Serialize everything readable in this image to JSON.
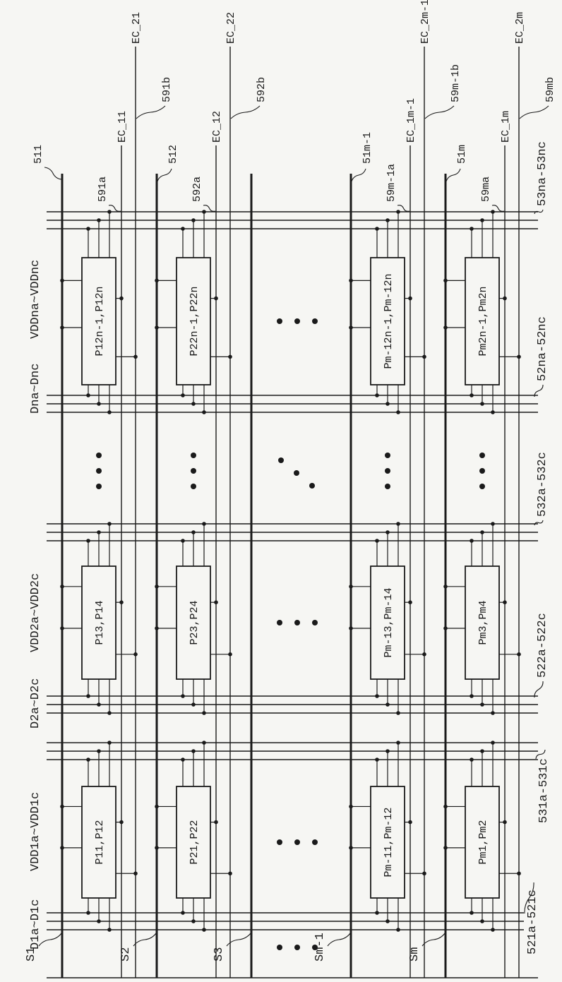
{
  "cols": [
    {
      "scan_ref": "511",
      "scan_name": "S1",
      "ec1_name": "EC_11",
      "ec1_ref": "591a",
      "ec2_name": "EC_21",
      "ec2_ref": "591b"
    },
    {
      "scan_ref": "512",
      "scan_name": "S2",
      "ec1_name": "EC_12",
      "ec1_ref": "592a",
      "ec2_name": "EC_22",
      "ec2_ref": "592b"
    },
    {
      "scan_ref": "51m-1",
      "scan_name": "Sm-1",
      "ec1_name": "EC_1m-1",
      "ec1_ref": "59m-1a",
      "ec2_name": "EC_2m-1",
      "ec2_ref": "59m-1b"
    },
    {
      "scan_ref": "51m",
      "scan_name": "Sm",
      "ec1_name": "EC_1m",
      "ec1_ref": "59ma",
      "ec2_name": "EC_2m",
      "ec2_ref": "59mb"
    }
  ],
  "s3_name": "S3",
  "bands": [
    {
      "vdd_left": "VDDna~VDDnc",
      "vdd_right": "53na-53nc",
      "data_left": "Dna~Dnc",
      "data_right": "52na-52nc",
      "boxes": [
        "P12n-1,P12n",
        "P22n-1,P22n",
        "Pm-12n-1,Pm-12n",
        "Pm2n-1,Pm2n"
      ]
    },
    {
      "vdd_left": "VDD2a~VDD2c",
      "vdd_right": "532a-532c",
      "data_left": "D2a~D2c",
      "data_right": "522a-522c",
      "boxes": [
        "P13,P14",
        "P23,P24",
        "Pm-13,Pm-14",
        "Pm3,Pm4"
      ]
    },
    {
      "vdd_left": "VDD1a~VDD1c",
      "vdd_right": "531a-531c",
      "data_left": "D1a~D1c",
      "data_right": "521a-521c",
      "boxes": [
        "P11,P12",
        "P21,P22",
        "Pm-11,Pm-12",
        "Pm1,Pm2"
      ]
    }
  ],
  "ellipsis": "...",
  "colors": {
    "ink": "#1a1a1a",
    "paper": "#f6f6f3"
  }
}
